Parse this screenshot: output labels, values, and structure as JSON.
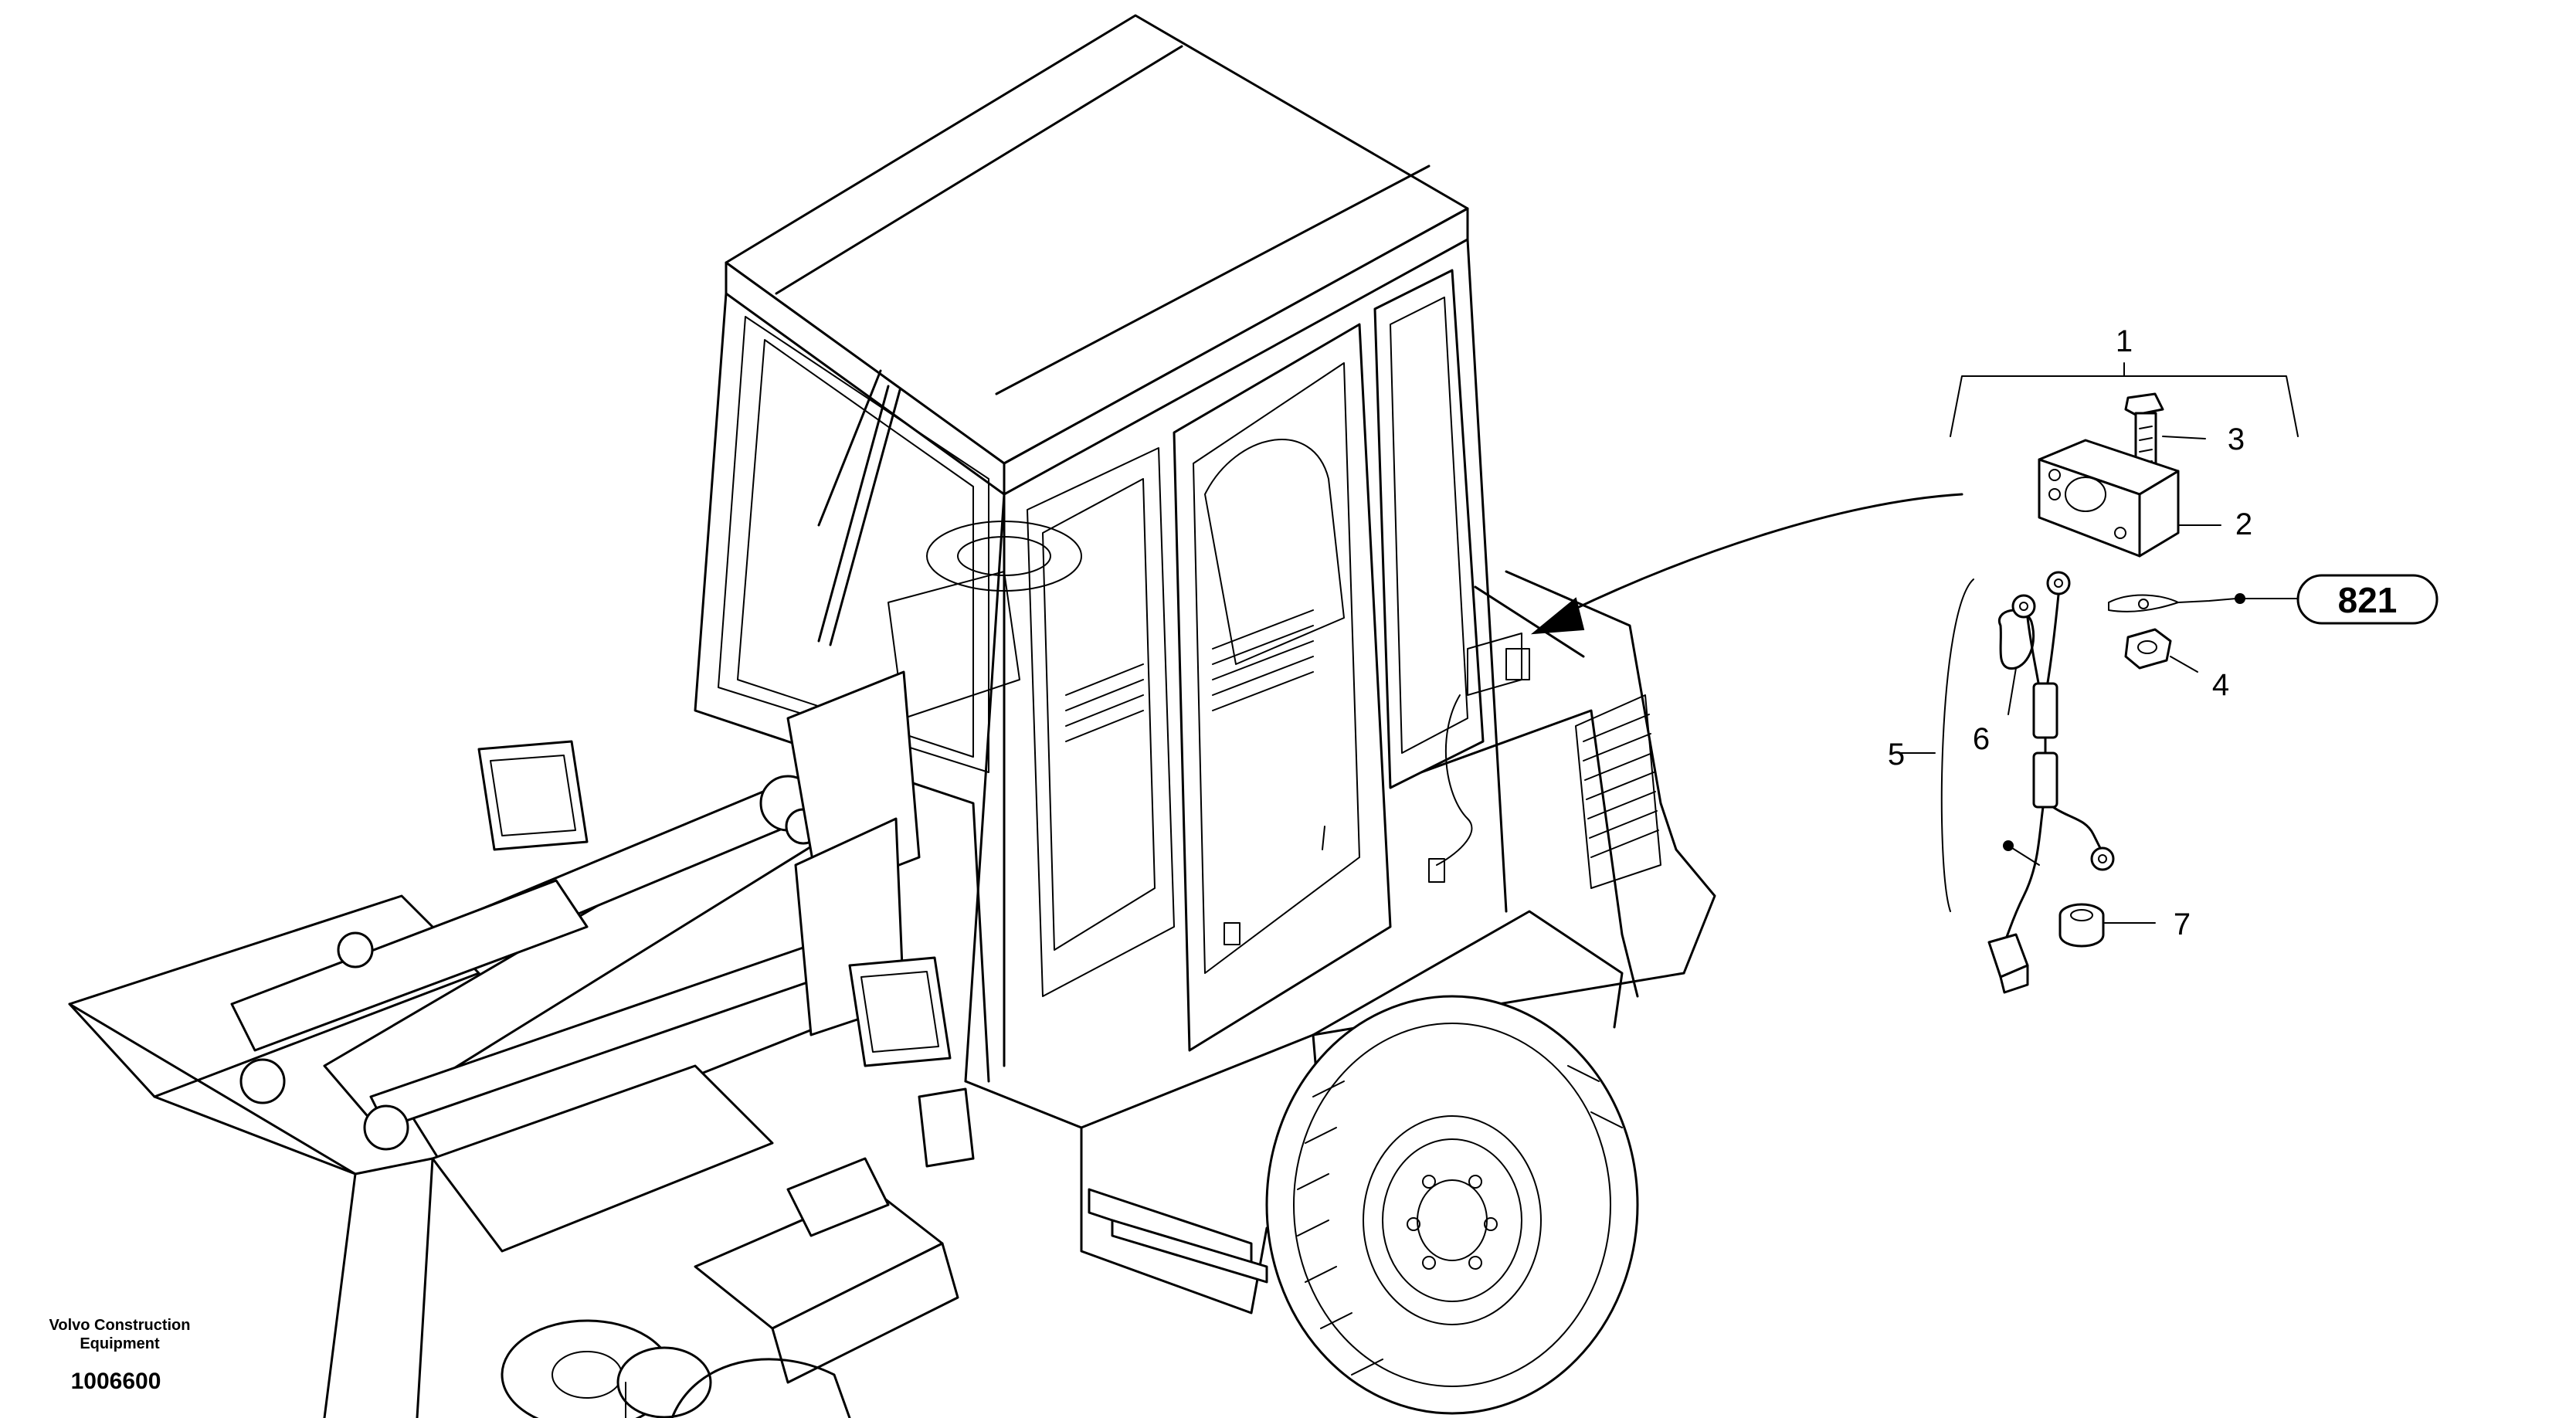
{
  "callouts": {
    "c1": "1",
    "c2": "2",
    "c3": "3",
    "c4": "4",
    "c5": "5",
    "c6": "6",
    "c7": "7"
  },
  "reference": {
    "label": "821"
  },
  "footer": {
    "brand_line1": "Volvo Construction",
    "brand_line2": "Equipment",
    "doc_number": "1006600"
  }
}
